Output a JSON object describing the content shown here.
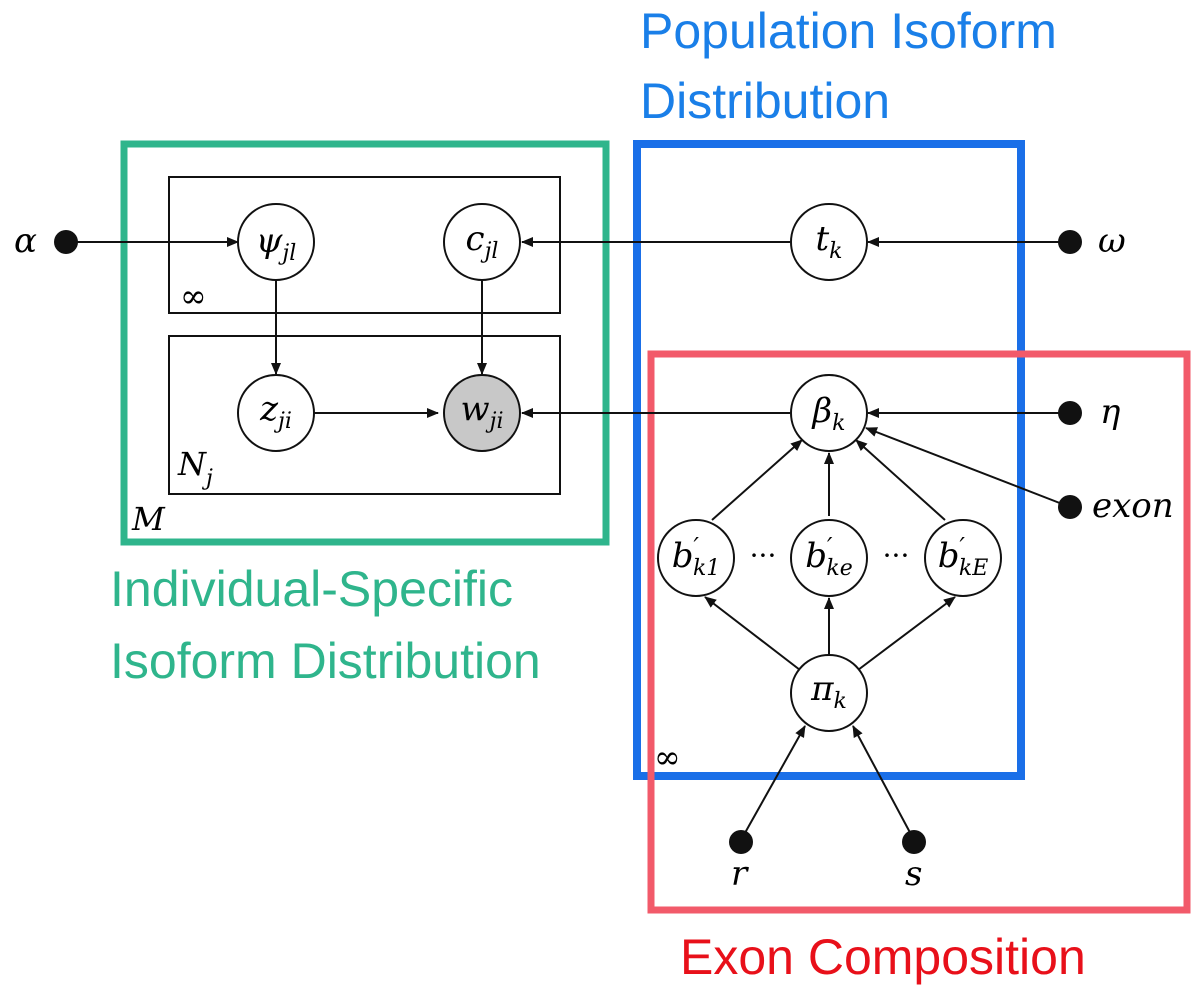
{
  "captions": {
    "population_line1": "Population Isoform",
    "population_line2": "Distribution",
    "individual_line1": "Individual-Specific",
    "individual_line2": "Isoform Distribution",
    "exon_composition": "Exon Composition"
  },
  "caption_colors": {
    "population": "#1a7fe8",
    "individual": "#2fb58c",
    "exon_composition": "#e8101a"
  },
  "region_colors": {
    "individual": "#2fb58c",
    "population": "#1a6fe8",
    "exon_composition": "#f25a6a"
  },
  "nodes": {
    "psi": {
      "base": "ψ",
      "sub": "jl"
    },
    "c": {
      "base": "c",
      "sub": "jl"
    },
    "t": {
      "base": "t",
      "sub": "k"
    },
    "z": {
      "base": "z",
      "sub": "ji"
    },
    "w": {
      "base": "w",
      "sub": "ji",
      "observed": true,
      "fill": "#c8c8c8"
    },
    "beta": {
      "base": "β",
      "sub": "k"
    },
    "b1": {
      "base": "b",
      "prime": "′",
      "sub": "k1"
    },
    "be": {
      "base": "b",
      "prime": "′",
      "sub": "ke"
    },
    "bE": {
      "base": "b",
      "prime": "′",
      "sub": "kE"
    },
    "pi": {
      "base": "π",
      "sub": "k"
    }
  },
  "hyperparameters": {
    "alpha": "α",
    "omega": "ω",
    "eta": "η",
    "exon": "exon",
    "r": "r",
    "s": "s"
  },
  "plates": {
    "top_inner": "∞",
    "bottom_inner": {
      "base": "N",
      "sub": "j"
    },
    "outer": "M",
    "isoform": "∞"
  },
  "ellipsis": "···"
}
